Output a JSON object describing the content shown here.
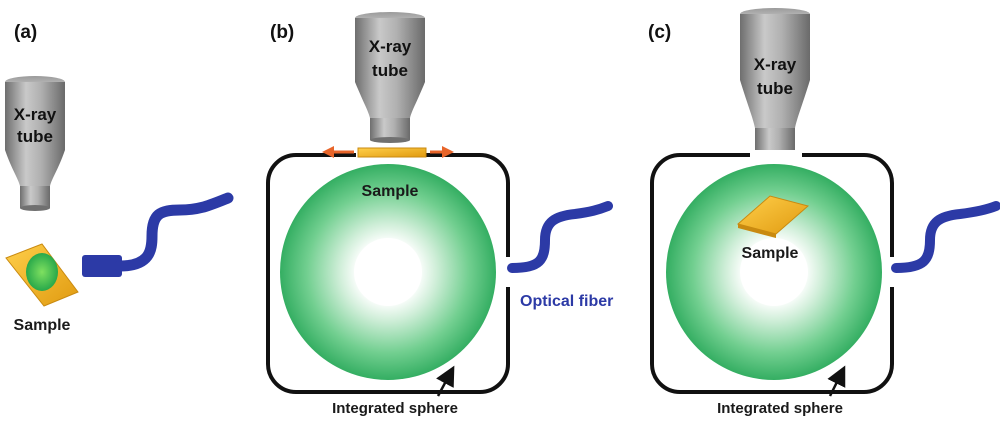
{
  "panels": {
    "a": {
      "label": "(a)",
      "tube_line1": "X-ray",
      "tube_line2": "tube",
      "sample": "Sample"
    },
    "b": {
      "label": "(b)",
      "tube_line1": "X-ray",
      "tube_line2": "tube",
      "sample": "Sample",
      "sphere": "Integrated sphere",
      "fiber": "Optical fiber"
    },
    "c": {
      "label": "(c)",
      "tube_line1": "X-ray",
      "tube_line2": "tube",
      "sample": "Sample",
      "sphere": "Integrated sphere"
    }
  },
  "colors": {
    "fiber": "#2c3aa6",
    "sphere_edge": "#3cb46a",
    "sample_plate": "#f0b020",
    "arrows": "#e8652a",
    "tube": "#9a9a9a"
  }
}
